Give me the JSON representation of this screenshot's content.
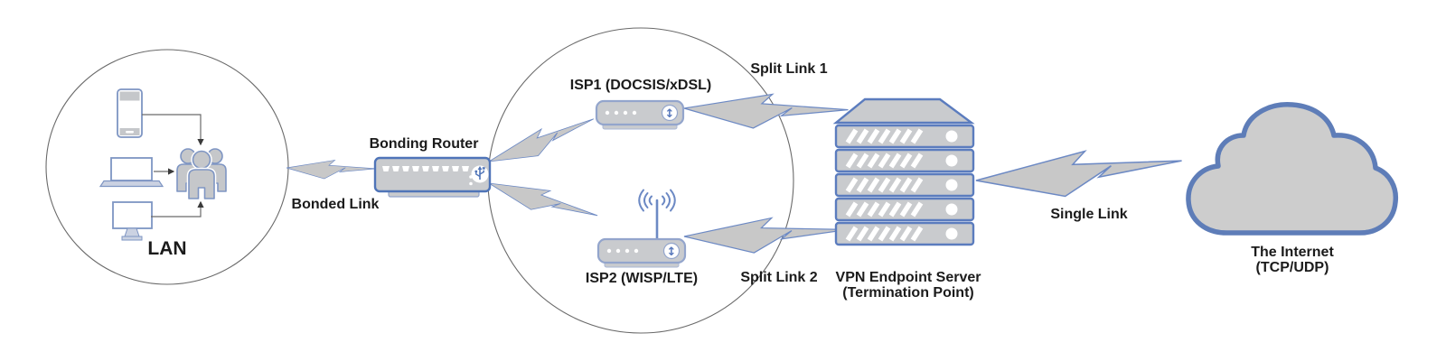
{
  "diagram": {
    "title": "Channel bonding network diagram",
    "lan": {
      "label": "LAN"
    },
    "bonding_router": {
      "label": "Bonding Router"
    },
    "links": {
      "bonded": {
        "label": "Bonded Link"
      },
      "split1": {
        "label": "Split Link 1"
      },
      "split2": {
        "label": "Split Link 2"
      },
      "single": {
        "label": "Single Link"
      }
    },
    "isp1": {
      "label": "ISP1 (DOCSIS/xDSL)"
    },
    "isp2": {
      "label": "ISP2 (WISP/LTE)"
    },
    "vpn_server": {
      "label": "VPN Endpoint Server",
      "sublabel": "(Termination Point)"
    },
    "internet": {
      "label": "The Internet",
      "sublabel": "(TCP/UDP)"
    }
  },
  "icons": {
    "updown_arrow": "↕",
    "names": [
      "smartphone-icon",
      "laptop-icon",
      "monitor-icon",
      "users-icon",
      "switch-ports-icon",
      "usb-icon",
      "updown-arrow-icon",
      "wifi-antenna-icon",
      "server-stack-icon",
      "cloud-icon",
      "lightning-bolt-icon"
    ]
  },
  "colors": {
    "zone_outline": "#6a6a6a",
    "device_fill": "#C9CBCE",
    "router_border": "#4F74B8",
    "modem_border": "#93A5CC",
    "server_border": "#5B7CBE",
    "cloud_border": "#5E7DB8",
    "cloud_fill": "#CDCDCD",
    "bolt_fill": "#C8C8C8",
    "bolt_border": "#6C89C4",
    "people_fill": "#C5C7CA",
    "people_border": "#7E95C3",
    "arrow": "#6a6a6a",
    "text": "#1b1b1b"
  }
}
